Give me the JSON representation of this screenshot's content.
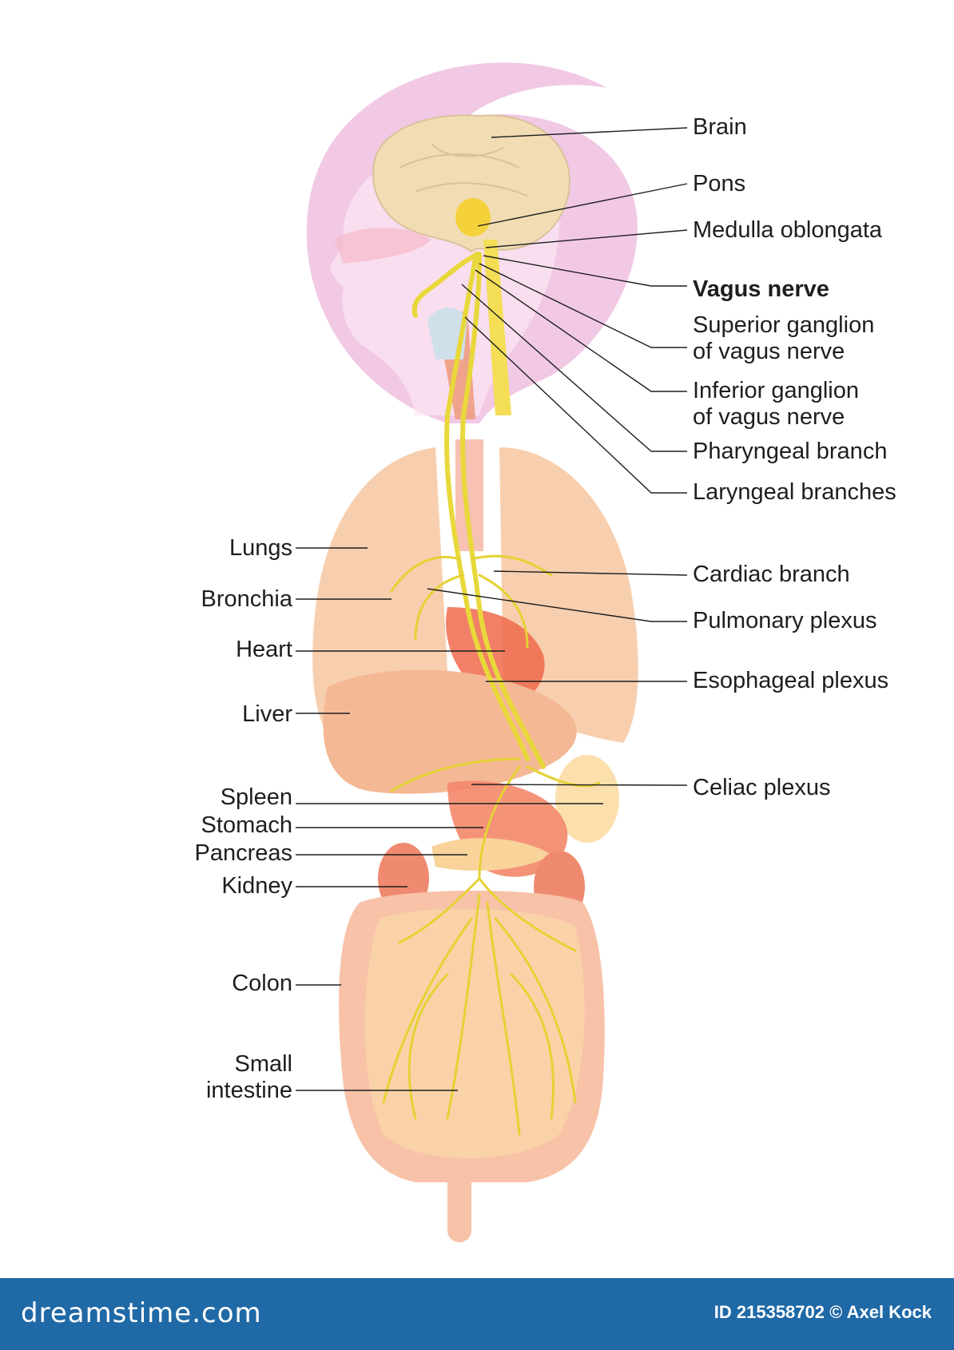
{
  "labels": {
    "brain": "Brain",
    "pons": "Pons",
    "medulla": "Medulla oblongata",
    "vagus": "Vagus nerve",
    "superior_1": "Superior ganglion",
    "superior_2": "of vagus nerve",
    "inferior_1": "Inferior ganglion",
    "inferior_2": "of vagus nerve",
    "pharyngeal": "Pharyngeal branch",
    "laryngeal": "Laryngeal branches",
    "cardiac": "Cardiac branch",
    "pulmonary": "Pulmonary plexus",
    "esophageal": "Esophageal plexus",
    "celiac": "Celiac plexus",
    "lungs": "Lungs",
    "bronchia": "Bronchia",
    "heart": "Heart",
    "liver": "Liver",
    "spleen": "Spleen",
    "stomach": "Stomach",
    "pancreas": "Pancreas",
    "kidney": "Kidney",
    "colon": "Colon",
    "small_1": "Small",
    "small_2": "intestine"
  },
  "footer": {
    "brand": "dreamstime.com",
    "credit": "ID 215358702 © Axel Kock"
  },
  "colors": {
    "nerve": "#eadd3c",
    "nerve_outline": "#b9a820",
    "head_halo": "#f0c8e4",
    "brain": "#f1dcb4",
    "organ": "#f6c59c",
    "heart": "#ef6a4c",
    "footer": "#1f69a6"
  }
}
